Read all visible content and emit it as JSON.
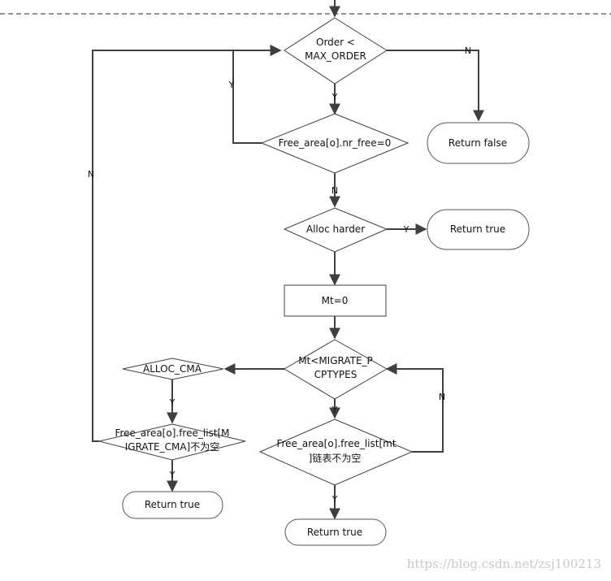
{
  "nodes": {
    "order_check": [
      "Order <",
      "MAX_ORDER"
    ],
    "return_false": "Return false",
    "nr_free": "Free_area[o].nr_free=0",
    "alloc_harder": "Alloc harder",
    "return_true_1": "Return true",
    "mt_init": "Mt=0",
    "mt_check": [
      "Mt<MIGRATE_P",
      "CPTYPES"
    ],
    "alloc_cma": "ALLOC_CMA",
    "cma_list": [
      "Free_area[o].free_list[M",
      "IGRATE_CMA]不为空"
    ],
    "mt_list": [
      "Free_area[o].free_list[mt",
      "]链表不为空"
    ],
    "return_true_2": "Return true",
    "return_true_3": "Return true"
  },
  "edge_labels": {
    "order_no": "N",
    "order_yes": "Y",
    "nrfree_yes": "Y",
    "nrfree_no": "N",
    "harder_yes": "Y",
    "cma_loop_no": "N",
    "mt_yes": "Y",
    "mt_loop_no": "N",
    "cma_yes": "Y",
    "cmalist_yes": "Y",
    "mtlist_yes": "Y"
  },
  "watermark": "https://blog.csdn.net/zsj100213",
  "colors": {
    "stroke": "#3f3f3f",
    "fill": "#ffffff",
    "watermark": "#c9c9c9"
  }
}
